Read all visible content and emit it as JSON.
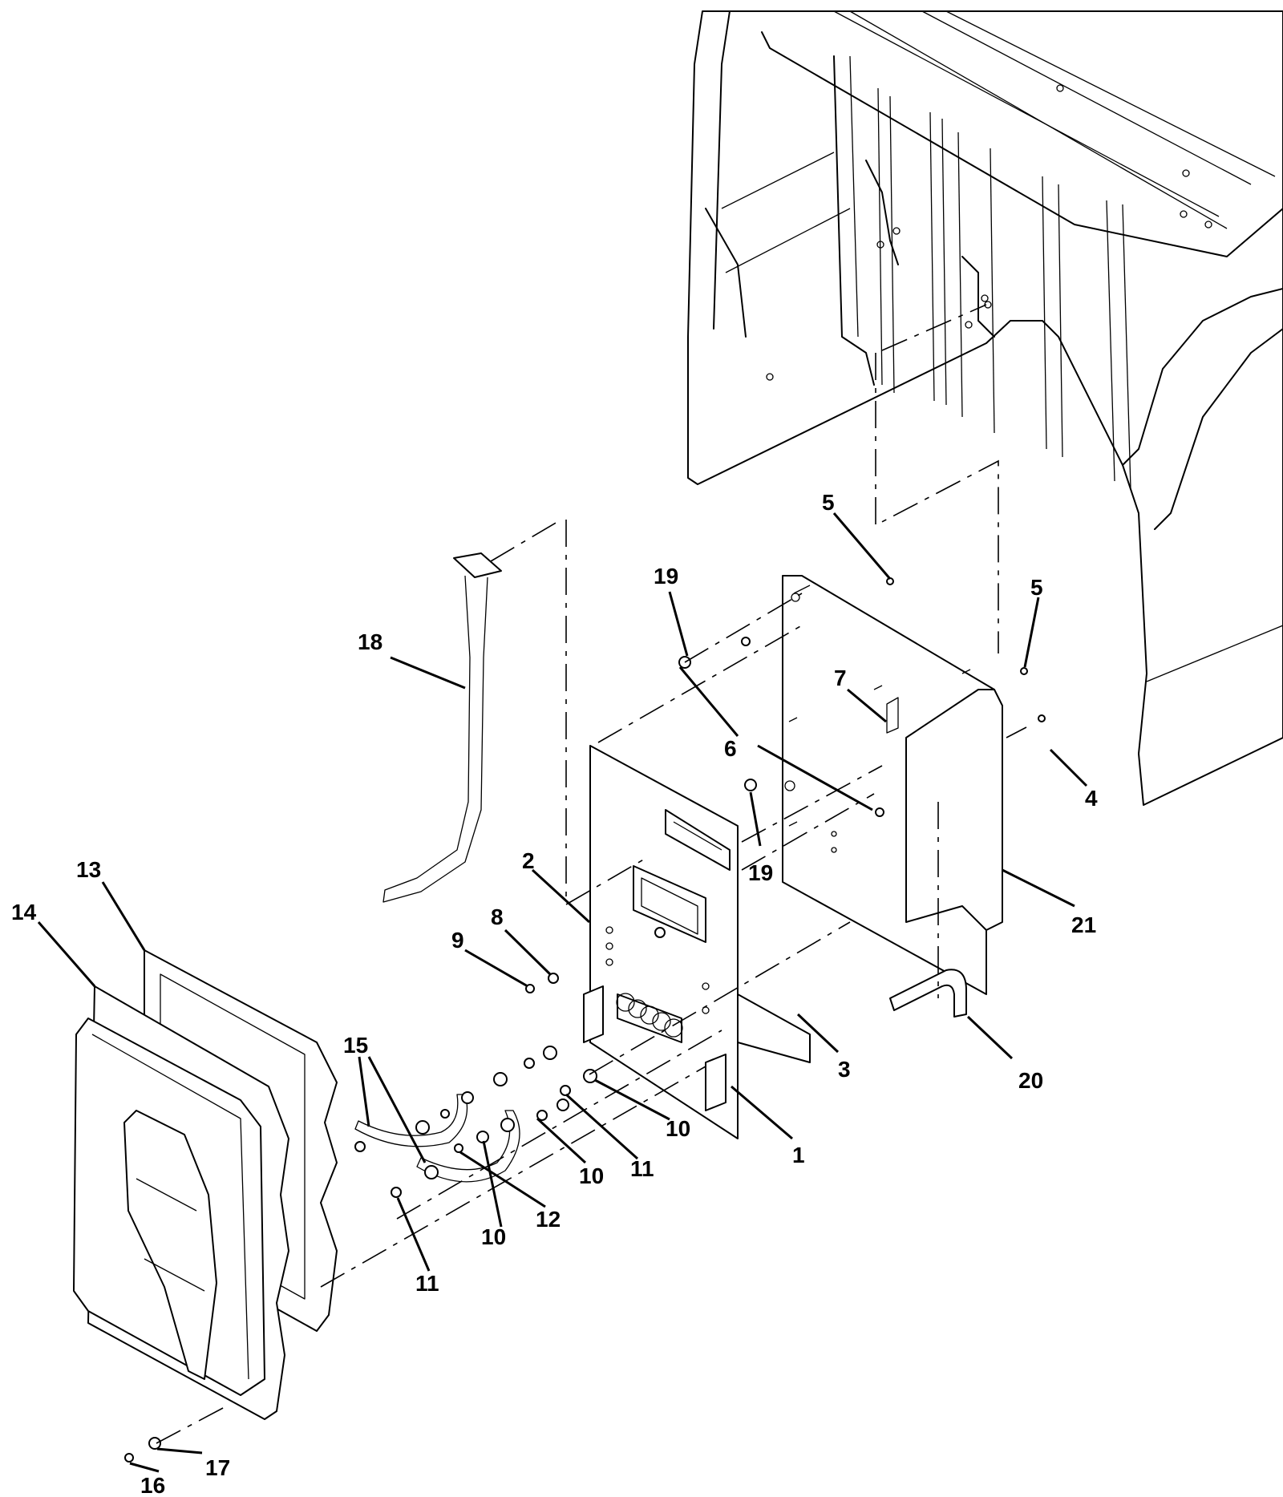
{
  "diagram": {
    "type": "exploded-parts-view",
    "callouts": [
      {
        "id": "c1",
        "label": "1"
      },
      {
        "id": "c2",
        "label": "2"
      },
      {
        "id": "c3",
        "label": "3"
      },
      {
        "id": "c4",
        "label": "4"
      },
      {
        "id": "c5a",
        "label": "5"
      },
      {
        "id": "c5b",
        "label": "5"
      },
      {
        "id": "c6",
        "label": "6"
      },
      {
        "id": "c7",
        "label": "7"
      },
      {
        "id": "c8",
        "label": "8"
      },
      {
        "id": "c9",
        "label": "9"
      },
      {
        "id": "c10a",
        "label": "10"
      },
      {
        "id": "c10b",
        "label": "10"
      },
      {
        "id": "c10c",
        "label": "10"
      },
      {
        "id": "c11a",
        "label": "11"
      },
      {
        "id": "c11b",
        "label": "11"
      },
      {
        "id": "c12",
        "label": "12"
      },
      {
        "id": "c13",
        "label": "13"
      },
      {
        "id": "c14",
        "label": "14"
      },
      {
        "id": "c15",
        "label": "15"
      },
      {
        "id": "c16",
        "label": "16"
      },
      {
        "id": "c17",
        "label": "17"
      },
      {
        "id": "c18",
        "label": "18"
      },
      {
        "id": "c19a",
        "label": "19"
      },
      {
        "id": "c19b",
        "label": "19"
      },
      {
        "id": "c20",
        "label": "20"
      },
      {
        "id": "c21",
        "label": "21"
      }
    ]
  }
}
